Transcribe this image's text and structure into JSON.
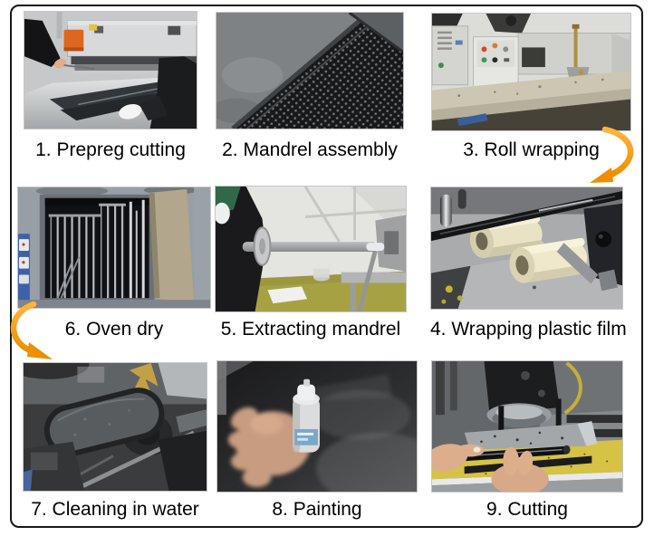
{
  "steps": [
    {
      "label": "1. Prepreg cutting",
      "photo": "prepreg-cutting"
    },
    {
      "label": "2. Mandrel assembly",
      "photo": "mandrel-assembly"
    },
    {
      "label": "3. Roll wrapping",
      "photo": "roll-wrapping"
    },
    {
      "label": "6. Oven dry",
      "photo": "oven-dry"
    },
    {
      "label": "5. Extracting mandrel",
      "photo": "extracting-mandrel"
    },
    {
      "label": "4. Wrapping plastic film",
      "photo": "wrapping-plastic-film"
    },
    {
      "label": "7. Cleaning in water",
      "photo": "cleaning-in-water"
    },
    {
      "label": "8. Painting",
      "photo": "painting"
    },
    {
      "label": "9. Cutting",
      "photo": "cutting"
    }
  ],
  "arrows": [
    {
      "name": "arrow-step3-to-step4",
      "shape": "curves right then points down-left"
    },
    {
      "name": "arrow-step6-to-step7",
      "shape": "curves left then points down-right"
    }
  ],
  "colors": {
    "arrow_light": "#FFB53C",
    "arrow_dark": "#EE8E00",
    "border": "#181818",
    "background": "#ffffff",
    "caption_text": "#000000"
  }
}
